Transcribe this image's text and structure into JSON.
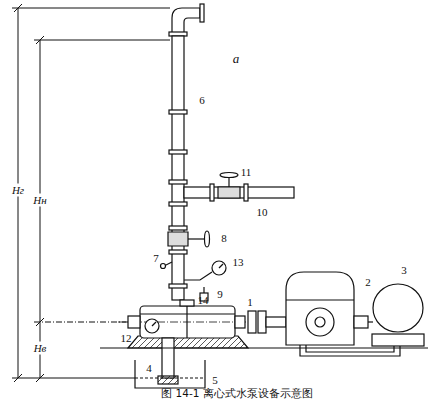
{
  "diagram": {
    "caption": "图 14-1 离心式水泵设备示意图",
    "labels": [
      "a",
      "6",
      "11",
      "10",
      "8",
      "7",
      "13",
      "9",
      "14",
      "12",
      "1",
      "2",
      "3",
      "4",
      "5",
      "Hг",
      "Hн",
      "Hв"
    ]
  }
}
